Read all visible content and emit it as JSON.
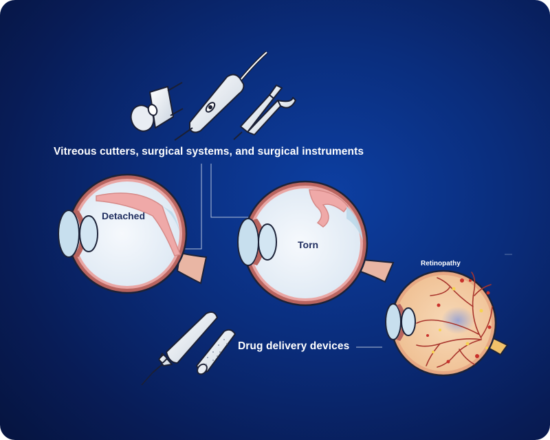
{
  "labels": {
    "instruments": "Vitreous cutters, surgical systems, and surgical instruments",
    "detached": "Detached",
    "torn": "Torn",
    "retinopathy": "Retinopathy",
    "drug_delivery": "Drug delivery devices"
  },
  "colors": {
    "background": "#0a2d7c",
    "sclera": "#b8645f",
    "retina": "#e9a6a4",
    "vitreous": "#eef4fb",
    "lens": "#d6e8f4",
    "outline": "#1c2238",
    "fundus": "#f3cba0",
    "vessel": "#a8342c"
  },
  "icons": {
    "cutter_tip": "vitreous-cutter-tip-icon",
    "probe": "surgical-probe-icon",
    "forceps": "forceps-icon",
    "injector": "injector-pen-icon",
    "implant": "drug-implant-rod-icon"
  }
}
